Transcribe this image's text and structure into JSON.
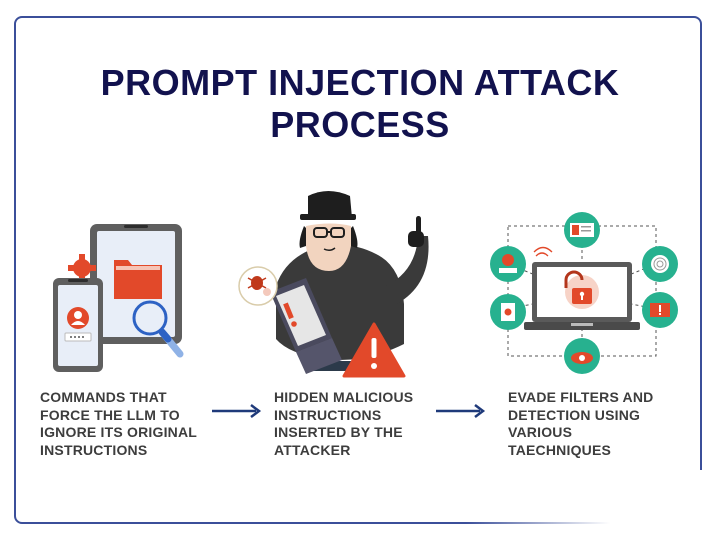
{
  "title": {
    "line1": "PROMPT INJECTION ATTACK",
    "line2": "PROCESS"
  },
  "steps": [
    {
      "illustration": "devices-search-illustration",
      "caption": [
        "COMMANDS THAT",
        "FORCE THE LLM TO",
        "IGNORE ITS ORIGINAL",
        "INSTRUCTIONS"
      ]
    },
    {
      "illustration": "hacker-illustration",
      "caption": [
        "HIDDEN MALICIOUS",
        "INSTRUCTIONS",
        "INSERTED BY THE",
        "ATTACKER"
      ]
    },
    {
      "illustration": "laptop-network-illustration",
      "caption": [
        "EVADE FILTERS AND",
        "DETECTION USING",
        "VARIOUS",
        "TAECHNIQUES"
      ]
    }
  ],
  "colors": {
    "title": "#12124e",
    "frame": "#3b4f9a",
    "arrow": "#1f3a7a",
    "accent_orange": "#e2492a",
    "accent_teal": "#27b18f",
    "text": "#3d3d3d"
  }
}
